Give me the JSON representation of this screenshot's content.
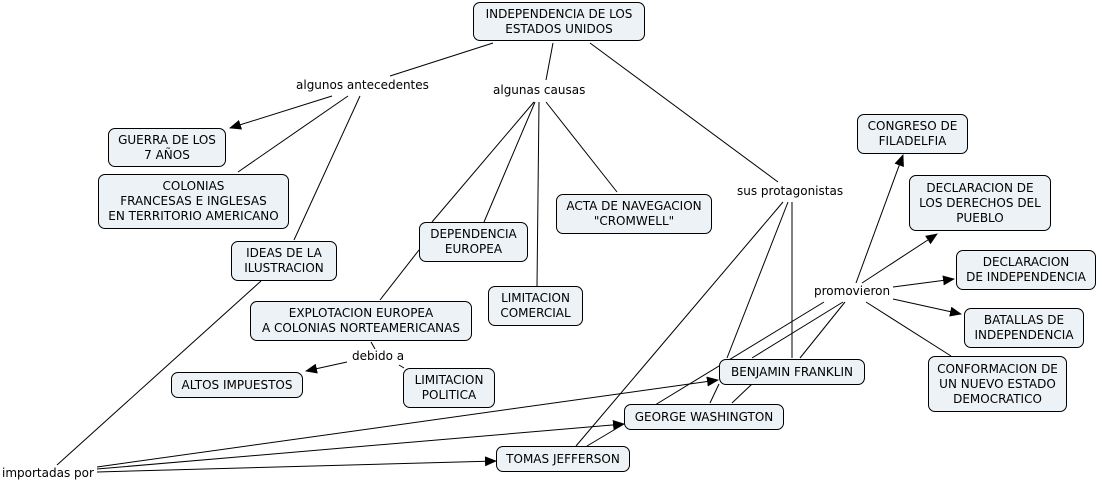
{
  "concepts": {
    "root": "INDEPENDENCIA DE LOS\nESTADOS UNIDOS",
    "guerra": "GUERRA DE LOS\n7 AÑOS",
    "colonias": "COLONIAS\nFRANCESAS E INGLESAS\nEN TERRITORIO AMERICANO",
    "ideas": "IDEAS DE LA\nILUSTRACION",
    "dependencia": "DEPENDENCIA\nEUROPEA",
    "explotacion": "EXPLOTACION EUROPEA\nA COLONIAS NORTEAMERICANAS",
    "limitacion_comercial": "LIMITACION\nCOMERCIAL",
    "acta": "ACTA DE NAVEGACION\n\"CROMWELL\"",
    "altos_impuestos": "ALTOS IMPUESTOS",
    "limitacion_politica": "LIMITACION\nPOLITICA",
    "congreso": "CONGRESO DE\nFILADELFIA",
    "declaracion_derechos": "DECLARACION DE\nLOS DERECHOS DEL\nPUEBLO",
    "declaracion_independencia": "DECLARACION\nDE INDEPENDENCIA",
    "batallas": "BATALLAS DE\nINDEPENDENCIA",
    "conformacion": "CONFORMACION DE\nUN NUEVO ESTADO\nDEMOCRATICO",
    "franklin": "BENJAMIN FRANKLIN",
    "washington": "GEORGE WASHINGTON",
    "jefferson": "TOMAS JEFFERSON"
  },
  "linking_phrases": {
    "antecedentes": "algunos antecedentes",
    "causas": "algunas causas",
    "protagonistas": "sus protagonistas",
    "promovieron": "promovieron",
    "debido": "debido a",
    "importadas": "importadas por"
  },
  "colors": {
    "node_fill": "#ecf2f5",
    "node_border": "#000000",
    "line": "#000000"
  }
}
